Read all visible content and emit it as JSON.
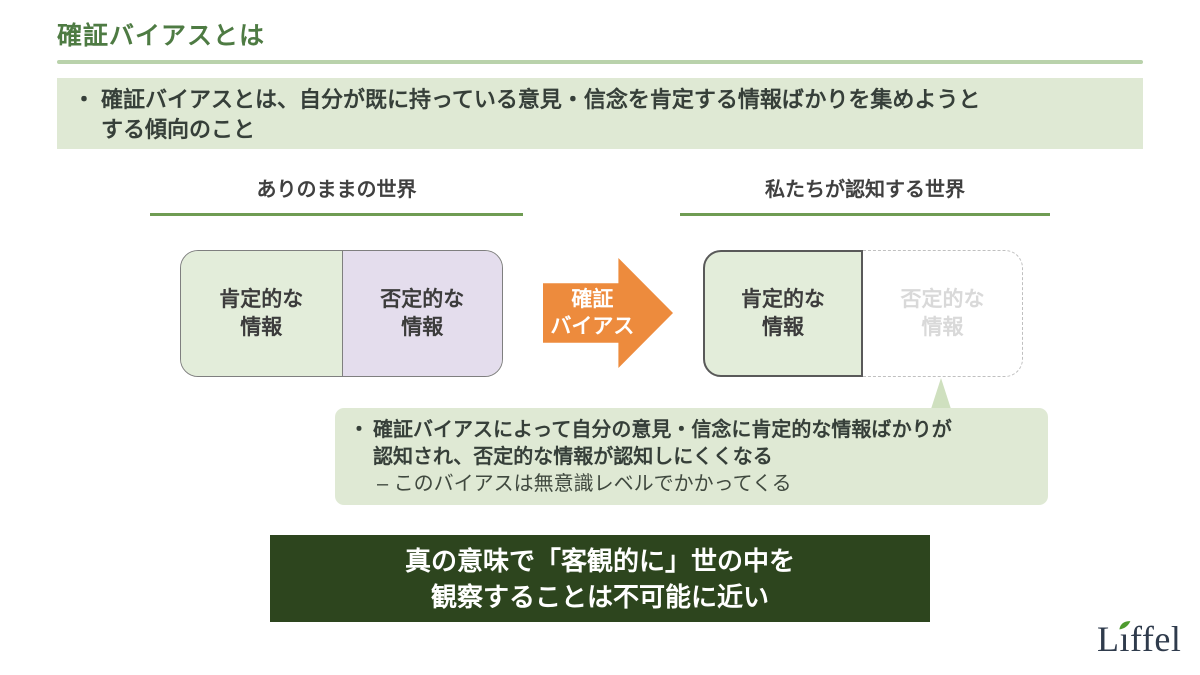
{
  "slide": {
    "title": "確証バイアスとは",
    "intro": {
      "bullet": "・",
      "text": "確証バイアスとは、自分が既に持っている意見・信念を肯定する情報ばかりを集めようと\nする傾向のこと"
    }
  },
  "diagram": {
    "left": {
      "header": "ありのままの世界",
      "positive_cell": "肯定的な\n情報",
      "negative_cell": "否定的な\n情報"
    },
    "arrow_label": "確証\nバイアス",
    "right": {
      "header": "私たちが認知する世界",
      "positive_cell": "肯定的な\n情報",
      "negative_cell": "否定的な\n情報"
    }
  },
  "callout": {
    "bullet": "・",
    "main_text": "確証バイアスによって自分の意見・信念に肯定的な情報ばかりが\n認知され、否定的な情報が認知しにくくなる",
    "sub_text": "– このバイアスは無意識レベルでかかってくる"
  },
  "conclusion": "真の意味で「客観的に」世の中を\n観察することは不可能に近い",
  "logo": {
    "name": "Liffel",
    "display": {
      "left": "L",
      "i": "ı",
      "right": "ffel"
    }
  },
  "colors": {
    "title_green": "#4e7b43",
    "rule_light_green": "#b9d2ab",
    "banner_bg": "#dfe9d4",
    "header_underline": "#6f9c53",
    "cell_green": "#e3edda",
    "cell_purple": "#e4dded",
    "box_border_gray": "#7f7f7f",
    "perceived_border_dark": "#595959",
    "dashed_border": "#c0c0c0",
    "faded_text": "#d9d9d9",
    "arrow_orange": "#ed8b3d",
    "conclusion_bg": "#2d451e",
    "logo_navy": "#2f3b4c",
    "leaf_green": "#4e9b2e"
  }
}
